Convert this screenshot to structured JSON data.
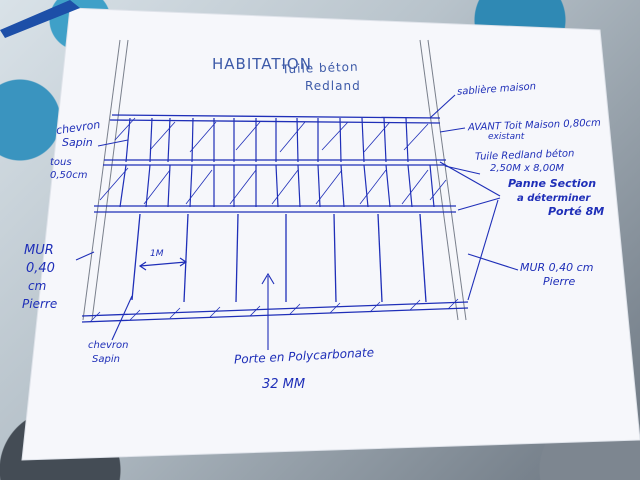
{
  "title": {
    "line1": "HABITATION",
    "line2": "Tuile béton",
    "line3": "Redland"
  },
  "labels": {
    "sabliere": "sablière maison",
    "chevron_top_1": "chevron",
    "chevron_top_2": "Sapin",
    "chevron_top_3": "tous",
    "chevron_top_4": "0,50cm",
    "avant_toit_1": "AVANT Toit Maison 0,80cm",
    "avant_toit_2": "existant",
    "tuile_1": "Tuile Redland béton",
    "tuile_2": "2,50M x 8,00M",
    "panne_1": "Panne Section",
    "panne_2": "a déterminer",
    "panne_3": "Porté 8M",
    "mur_left_1": "MUR",
    "mur_left_2": "0,40",
    "mur_left_3": "cm",
    "mur_left_4": "Pierre",
    "mur_right_1": "MUR 0,40 cm",
    "mur_right_2": "Pierre",
    "spacing": "1M",
    "chevron_bottom_1": "chevron",
    "chevron_bottom_2": "Sapin",
    "porte_1": "Porte en Polycarbonate",
    "porte_2": "32 MM"
  },
  "colors": {
    "ink": "#1f2fb8",
    "pencil": "#6c7280",
    "paper": "#f7f8fc"
  }
}
